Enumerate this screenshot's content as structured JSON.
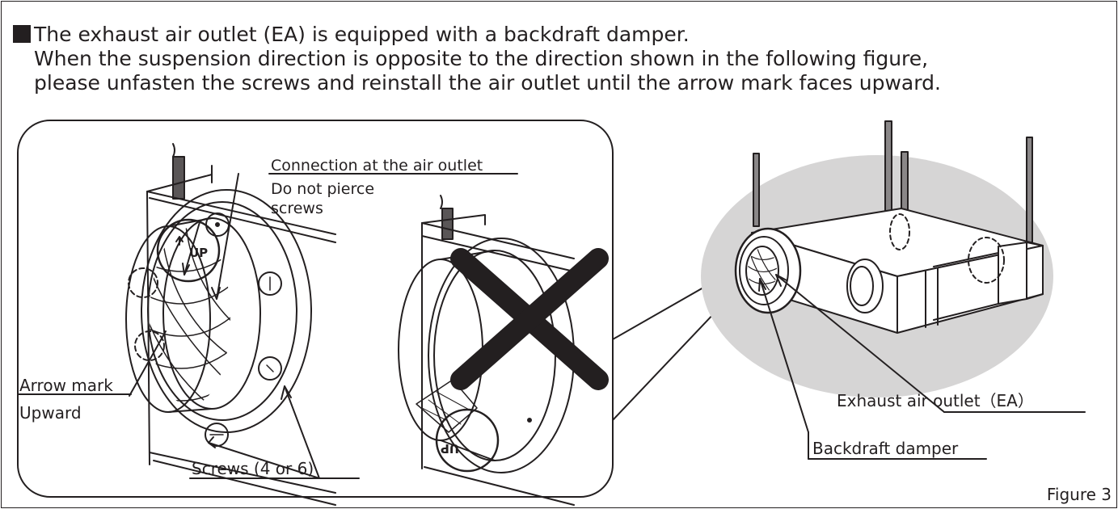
{
  "notice": {
    "line1": "The exhaust air outlet (EA) is equipped with a backdraft damper.",
    "line2": "When the suspension direction is opposite to the direction shown in the following figure,",
    "line3": "please unfasten the screws and reinstall the air outlet until the arrow mark faces upward."
  },
  "detail": {
    "connection_label": "Connection at the air outlet",
    "pierce_label_1": "Do not pierce",
    "pierce_label_2": "screws",
    "arrow_mark_label": "Arrow mark",
    "upward_label": "Upward",
    "screws_label": "Screws (4 or 6)",
    "up_mark": "UP"
  },
  "unit": {
    "exhaust_label": "Exhaust air outlet（EA）",
    "damper_label": "Backdraft damper"
  },
  "figure_caption": "Figure 3"
}
